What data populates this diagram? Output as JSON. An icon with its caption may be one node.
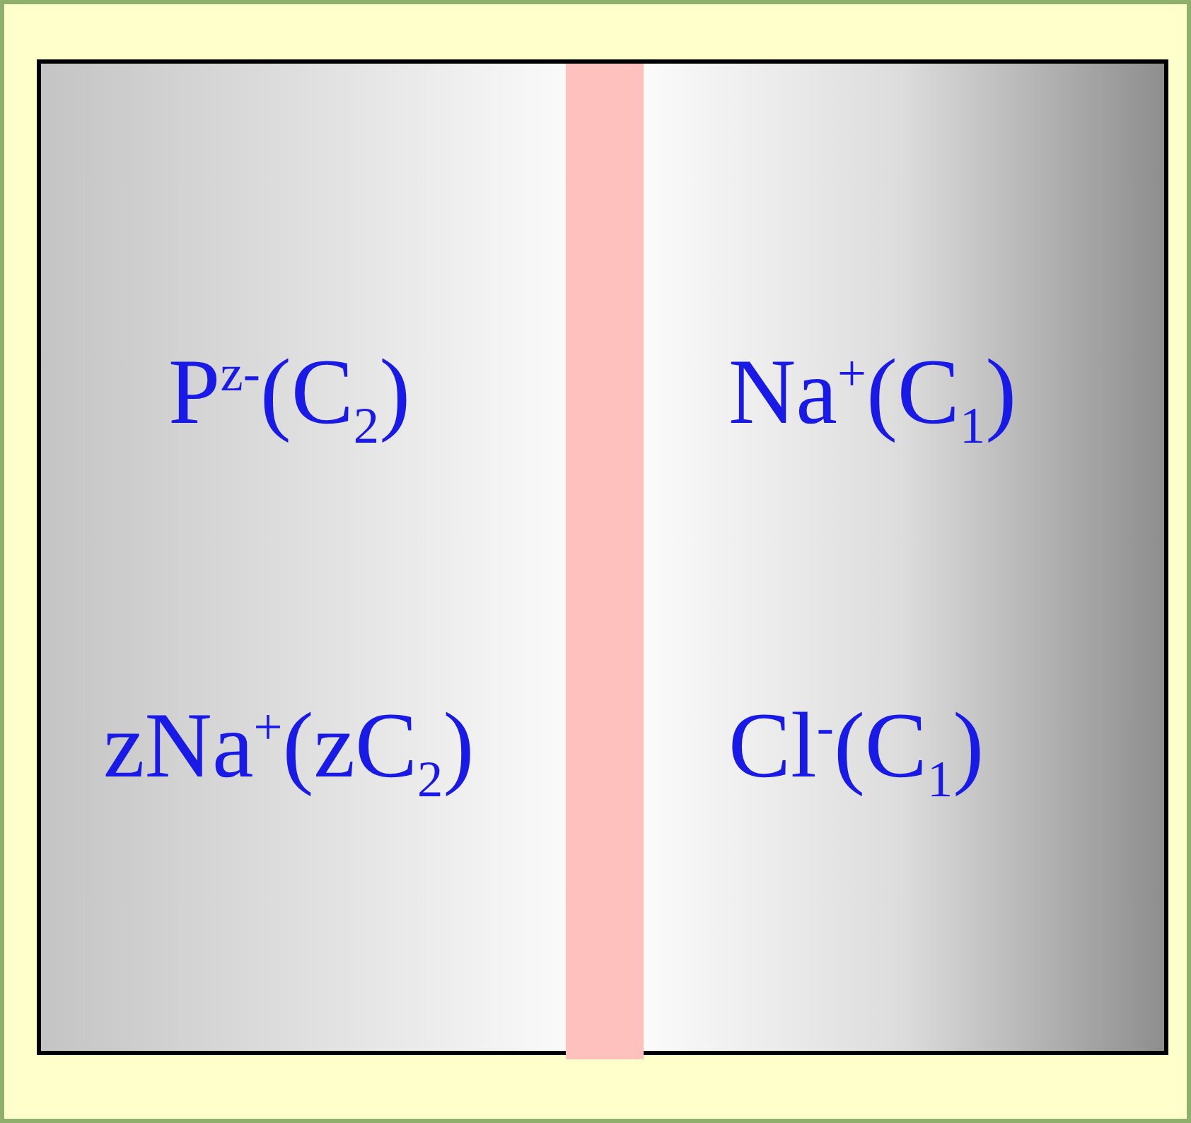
{
  "diagram": {
    "nodes": [
      {
        "text": [
          "P$^{z-}$(C$_{2}$)",
          "zNa$^{+}$(zC$_{2}$)"
        ]
      },
      {
        "text": [],
        "shape": "bar"
      },
      {
        "text": [
          "Na$^{+}$(C$_{1}$)",
          "Cl$^{-}$(C$_{1}$)"
        ]
      }
    ]
  }
}
